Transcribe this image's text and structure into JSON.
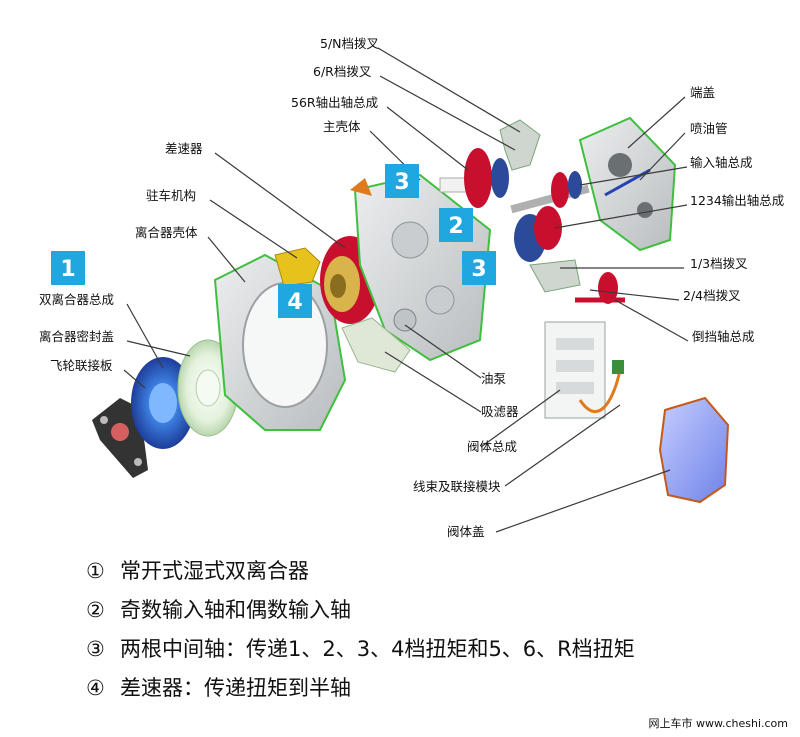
{
  "labels": {
    "fork_5n": "5/N档拨叉",
    "fork_6r": "6/R档拨叉",
    "output_56r": "56R轴出轴总成",
    "main_case": "主壳体",
    "differential": "差速器",
    "parking": "驻车机构",
    "clutch_case": "离合器壳体",
    "dual_clutch": "双离合器总成",
    "clutch_seal": "离合器密封盖",
    "flywheel_plate": "飞轮联接板",
    "end_cover": "端盖",
    "oil_nozzle": "喷油管",
    "input_shaft": "输入轴总成",
    "output_1234": "1234输出轴总成",
    "fork_13": "1/3档拨叉",
    "fork_24": "2/4档拨叉",
    "reverse_shaft": "倒挡轴总成",
    "oil_pump": "油泵",
    "oil_filter": "吸滤器",
    "valve_body": "阀体总成",
    "harness": "线束及联接模块",
    "valve_cover": "阀体盖"
  },
  "badges": {
    "b1": "1",
    "b2": "2",
    "b3a": "3",
    "b3b": "3",
    "b4": "4"
  },
  "legend": [
    {
      "num": "①",
      "text": "常开式湿式双离合器"
    },
    {
      "num": "②",
      "text": "奇数输入轴和偶数输入轴"
    },
    {
      "num": "③",
      "text": "两根中间轴：传递1、2、3、4档扭矩和5、6、R档扭矩"
    },
    {
      "num": "④",
      "text": "差速器：传递扭矩到半轴"
    }
  ],
  "watermark": "网上车市 www.cheshi.com",
  "colors": {
    "badge": "#21a7e0",
    "housing": "#d9dcdd",
    "bolt": "#3fbf3f",
    "gear_red": "#c8102e",
    "clutch_blue": "#2b6fd6",
    "yellow": "#e8c21c",
    "cover_blue": "#8b9cf0"
  }
}
